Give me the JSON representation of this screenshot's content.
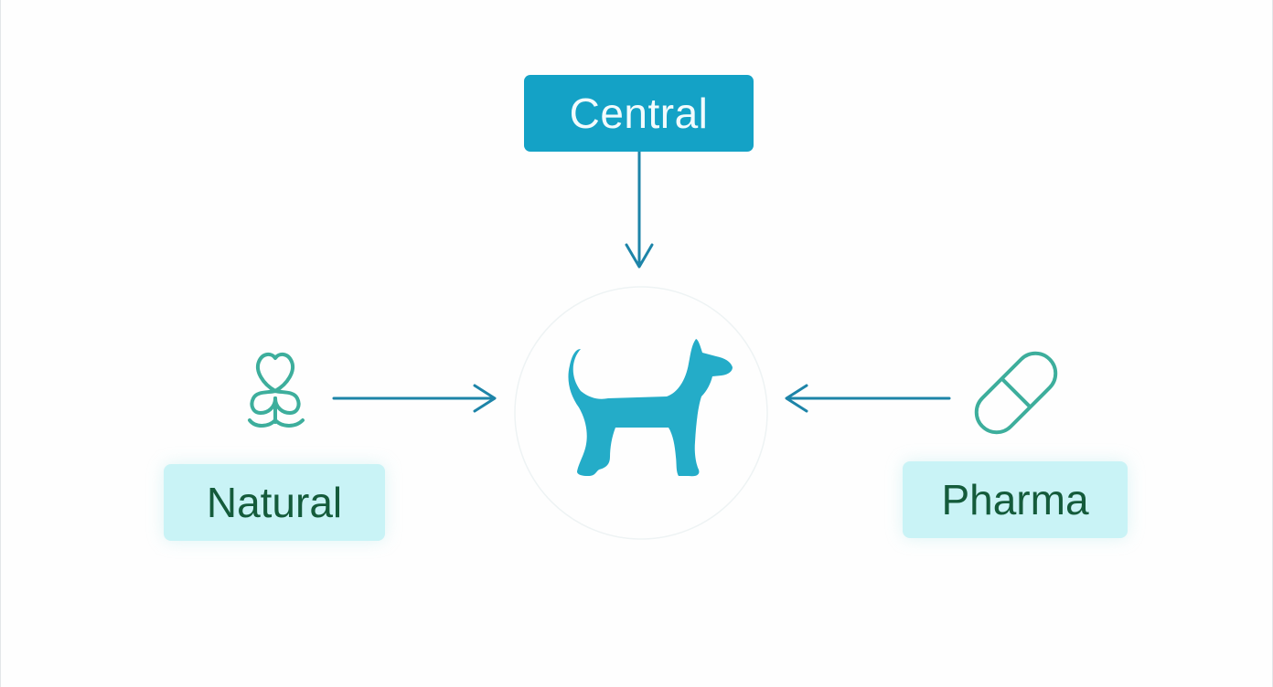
{
  "diagram": {
    "nodes": {
      "central": {
        "label": "Central"
      },
      "natural": {
        "label": "Natural"
      },
      "pharma": {
        "label": "Pharma"
      }
    },
    "icons": {
      "center": "dog-icon",
      "left": "plant-sprout-icon",
      "right": "pill-capsule-icon"
    },
    "edges": [
      {
        "from": "central",
        "to": "dog"
      },
      {
        "from": "natural",
        "to": "dog"
      },
      {
        "from": "pharma",
        "to": "dog"
      }
    ]
  },
  "colors": {
    "central_fill": "#14a2c6",
    "central_text": "#f2fbfd",
    "side_fill": "#c9f3f6",
    "side_text": "#145b3b",
    "arrow": "#1d84a8",
    "dog": "#24acc8",
    "icon_outline": "#3dae9c",
    "halo": "#eef3f4"
  }
}
